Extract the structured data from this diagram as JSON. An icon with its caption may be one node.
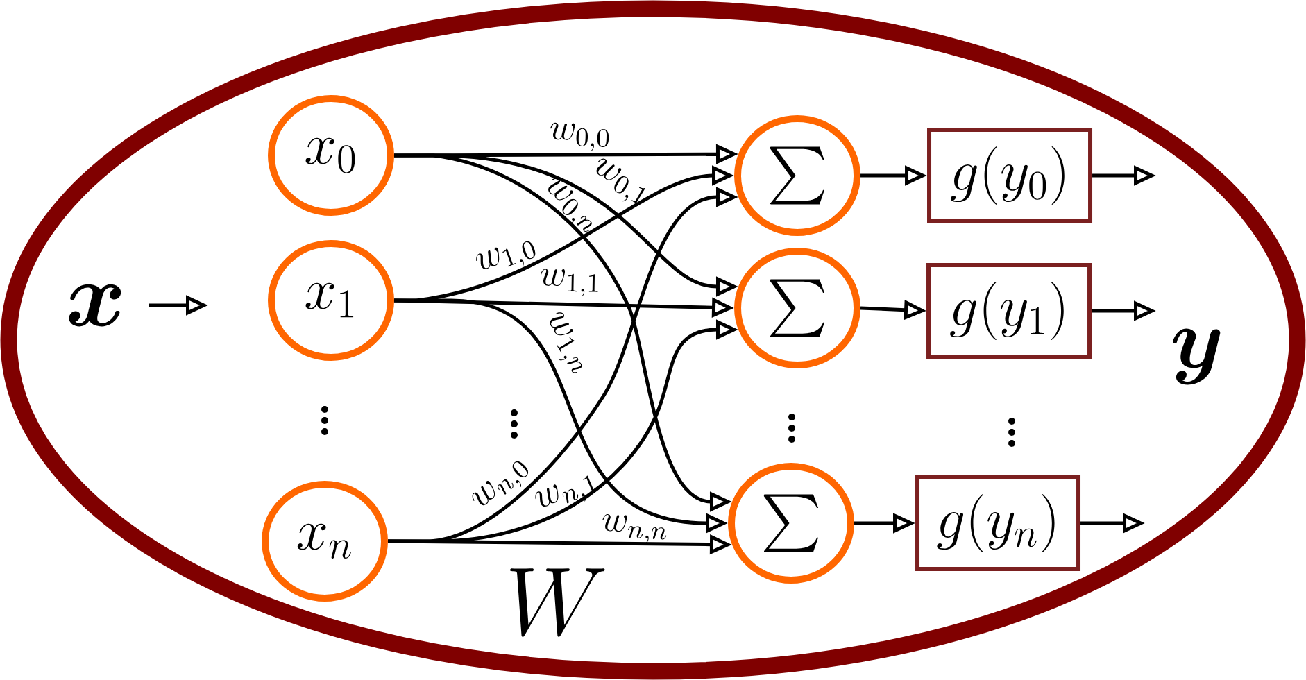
{
  "diagram": {
    "nodes": [
      {
        "text": [],
        "shape": "ellipse"
      },
      {
        "text": [
          "\\boldsymbol{x}"
        ],
        "in": 0
      },
      {
        "text": [
          "x_0"
        ],
        "in": 0
      },
      {
        "text": [
          "x_1"
        ],
        "in": 0
      },
      {
        "text": [
          "x_n"
        ],
        "in": 0
      },
      {
        "text": [
          "\\sum"
        ],
        "in": 0
      },
      {
        "text": [
          "\\sum"
        ],
        "in": 0
      },
      {
        "text": [
          "\\sum"
        ],
        "in": 0
      },
      {
        "text": [
          "g(y_0)"
        ],
        "in": 0
      },
      {
        "text": [
          "g(y_1)"
        ],
        "in": 0
      },
      {
        "text": [
          "g(y_n)"
        ],
        "in": 0
      }
    ],
    "edges": [
      {
        "from": 1,
        "to": null,
        "arrow": "to"
      },
      {
        "from": 2,
        "to": 5,
        "arrow": "to",
        "label": "w_{0,0}"
      },
      {
        "from": 2,
        "to": 6,
        "arrow": "to",
        "label": "w_{0,1}"
      },
      {
        "from": 2,
        "to": 7,
        "arrow": "to",
        "label": "w_{0,n}"
      },
      {
        "from": 3,
        "to": 5,
        "arrow": "to",
        "label": "w_{1,0}"
      },
      {
        "from": 3,
        "to": 6,
        "arrow": "to",
        "label": "w_{1,1}"
      },
      {
        "from": 3,
        "to": 7,
        "arrow": "to",
        "label": "w_{1,n}"
      },
      {
        "from": 4,
        "to": 5,
        "arrow": "to",
        "label": "w_{n,0}"
      },
      {
        "from": 4,
        "to": 6,
        "arrow": "to",
        "label": "w_{n,1}"
      },
      {
        "from": 4,
        "to": 7,
        "arrow": "to",
        "label": "w_{n,n}"
      },
      {
        "from": 5,
        "to": 8,
        "arrow": "to"
      },
      {
        "from": 6,
        "to": 9,
        "arrow": "to"
      },
      {
        "from": 7,
        "to": 10,
        "arrow": "to"
      },
      {
        "from": 8,
        "to": null,
        "arrow": "to"
      },
      {
        "from": 9,
        "to": null,
        "arrow": "to"
      },
      {
        "from": 10,
        "to": null,
        "arrow": "to"
      }
    ],
    "labels": [
      "\\boldsymbol{y}",
      "\\vdots",
      "\\vdots",
      "\\vdots",
      "\\vdots",
      "W"
    ]
  }
}
